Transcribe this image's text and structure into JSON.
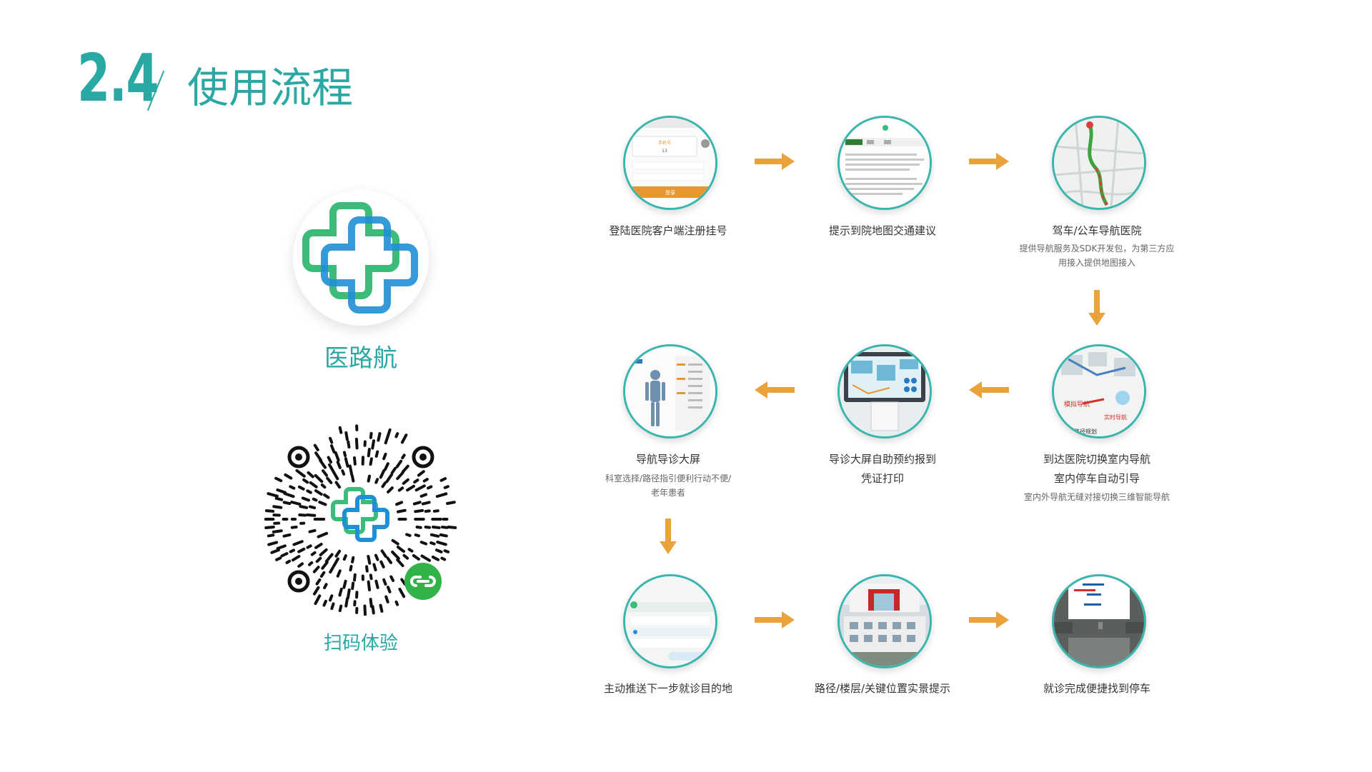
{
  "header": {
    "number": "2.4",
    "title": "使用流程"
  },
  "app": {
    "name": "医路航",
    "qr_caption": "扫码体验"
  },
  "steps": [
    {
      "label": "登陆医院客户端注册挂号",
      "label2": "",
      "sub1": "",
      "sub2": ""
    },
    {
      "label": "提示到院地图交通建议",
      "label2": "",
      "sub1": "",
      "sub2": ""
    },
    {
      "label": "驾车/公车导航医院",
      "label2": "",
      "sub1": "提供导航服务及SDK开发包，为第三方应",
      "sub2": "用接入提供地图接入"
    },
    {
      "label": "到达医院切换室内导航",
      "label2": "室内停车自动引导",
      "sub1": "室内外导航无缝对接切换三维智能导航",
      "sub2": ""
    },
    {
      "label": "导诊大屏自助预约报到",
      "label2": "凭证打印",
      "sub1": "",
      "sub2": ""
    },
    {
      "label": "导航导诊大屏",
      "label2": "",
      "sub1": "科室选择/路径指引便利行动不便/",
      "sub2": "老年患者"
    },
    {
      "label": "主动推送下一步就诊目的地",
      "label2": "",
      "sub1": "",
      "sub2": ""
    },
    {
      "label": "路径/楼层/关键位置实景提示",
      "label2": "",
      "sub1": "",
      "sub2": ""
    },
    {
      "label": "就诊完成便捷找到停车",
      "label2": "",
      "sub1": "",
      "sub2": ""
    }
  ],
  "screens": {
    "login_field_label": "手机号",
    "login_field_value": "13",
    "login_button": "登录",
    "sim_nav": "模拟导航",
    "real_nav": "实时导航",
    "route_plan": "路径规划"
  },
  "colors": {
    "accent": "#2aa8a3",
    "arrow": "#eaa23a",
    "green": "#3dbb7b",
    "blue": "#1f8fd6",
    "wechat": "#32b34a"
  }
}
